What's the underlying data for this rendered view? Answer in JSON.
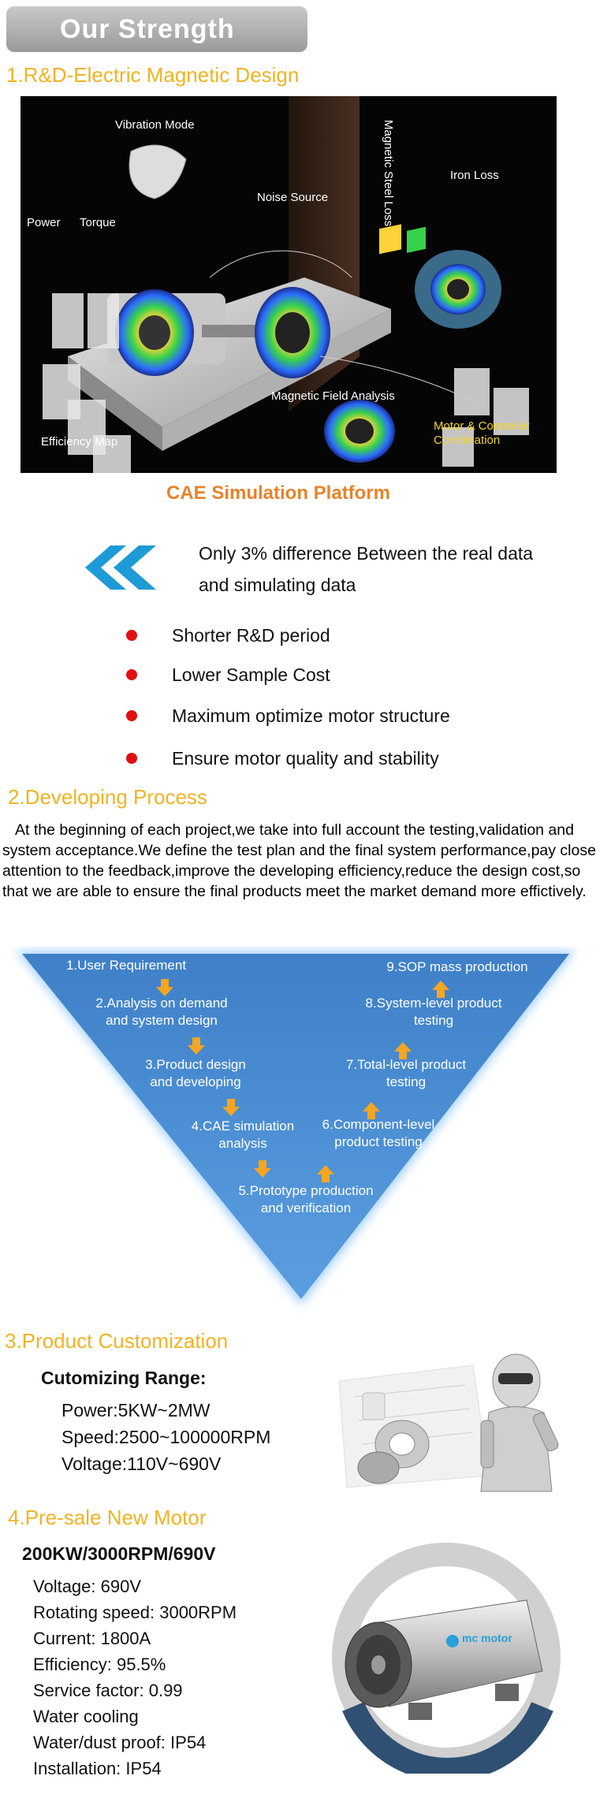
{
  "header": {
    "title": "Our Strength"
  },
  "section1": {
    "title": "1.R&D-Electric Magnetic Design",
    "image_labels": {
      "vibration": "Vibration Mode",
      "noise": "Noise Source",
      "steel_loss": "Magnetic Steel Loss",
      "iron_loss": "Iron Loss",
      "power": "Power",
      "torque": "Torque",
      "field": "Magnetic Field Analysis",
      "efficiency": "Efficiency Map",
      "combo_line1": "Motor & Controller",
      "combo_line2": "Combination"
    },
    "caption": "CAE Simulation Platform",
    "difference_text": "Only 3% difference Between the real data and simulating data",
    "bullets": [
      "Shorter R&D period",
      "Lower Sample Cost",
      "Maximum optimize motor structure",
      "Ensure motor quality and stability"
    ],
    "colors": {
      "accent": "#f0b323",
      "caption": "#e8832a",
      "bullet": "#e01010",
      "chevron": "#1e9ad6"
    }
  },
  "section2": {
    "title": "2.Developing Process",
    "paragraph": "At the beginning of each project,we take into full account the testing,validation and system acceptance.We define the test plan and the final system performance,pay close attention to the feedback,improve the developing efficiency,reduce the design cost,so that we are able to ensure the final products meet the market demand more effictively.",
    "steps": {
      "s1": "1.User Requirement",
      "s2a": "2.Analysis on demand",
      "s2b": "and system design",
      "s3a": "3.Product design",
      "s3b": "and developing",
      "s4a": "4.CAE simulation",
      "s4b": "analysis",
      "s5a": "5.Prototype production",
      "s5b": "and verification",
      "s6a": "6.Component-level",
      "s6b": "product testing",
      "s7a": "7.Total-level product",
      "s7b": "testing",
      "s8a": "8.System-level product",
      "s8b": "testing",
      "s9": "9.SOP mass production"
    }
  },
  "section3": {
    "title": "3.Product Customization",
    "range_title": "Cutomizing Range:",
    "lines": [
      "Power:5KW~2MW",
      "Speed:2500~100000RPM",
      "Voltage:110V~690V"
    ]
  },
  "section4": {
    "title": "4.Pre-sale New Motor",
    "model": "200KW/3000RPM/690V",
    "specs": [
      "Voltage: 690V",
      "Rotating speed: 3000RPM",
      "Current: 1800A",
      "Efficiency: 95.5%",
      "Service factor: 0.99",
      "Water cooling",
      "Water/dust proof: IP54",
      "Installation: IP54"
    ],
    "brand": "mc motor"
  }
}
